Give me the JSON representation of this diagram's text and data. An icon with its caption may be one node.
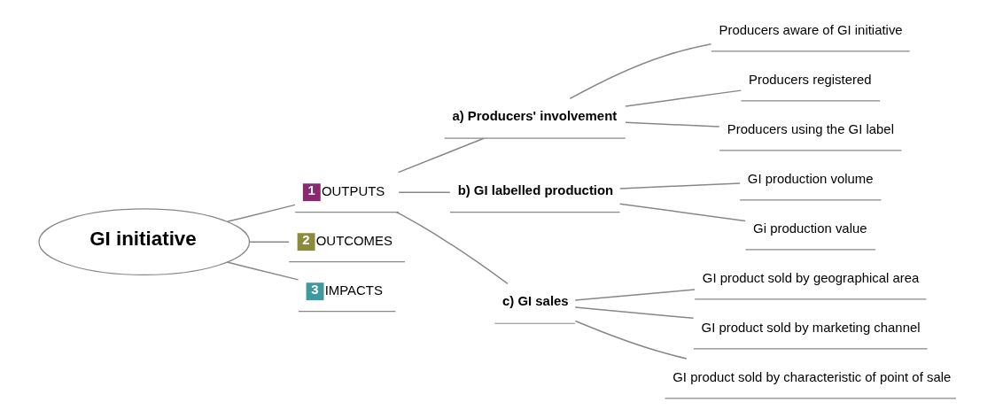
{
  "diagram": {
    "nodes": [
      {
        "text": [
          "GI initiative"
        ]
      },
      {
        "text": [
          "1",
          "OUTPUTS"
        ]
      },
      {
        "text": [
          "a) Producers' involvement"
        ]
      },
      {
        "text": [
          "Producers aware of GI initiative"
        ]
      },
      {
        "text": [
          "Producers registered"
        ]
      },
      {
        "text": [
          "Producers using the GI label"
        ]
      },
      {
        "text": [
          "b) GI labelled production"
        ]
      },
      {
        "text": [
          "GI production volume"
        ]
      },
      {
        "text": [
          "Gi production value"
        ]
      },
      {
        "text": [
          "c) GI sales"
        ]
      },
      {
        "text": [
          "GI product sold by geographical area"
        ]
      },
      {
        "text": [
          "GI product sold by marketing channel"
        ]
      },
      {
        "text": [
          "GI product sold by characteristic of point of sale"
        ]
      },
      {
        "text": [
          "2",
          "OUTCOMES"
        ]
      },
      {
        "text": [
          "3",
          "IMPACTS"
        ]
      }
    ],
    "edges": [
      {
        "from": 0,
        "to": 1,
        "arrow": "none"
      },
      {
        "from": 1,
        "to": 2,
        "arrow": "none"
      },
      {
        "from": 2,
        "to": 3,
        "arrow": "none"
      },
      {
        "from": 2,
        "to": 4,
        "arrow": "none"
      },
      {
        "from": 2,
        "to": 5,
        "arrow": "none"
      },
      {
        "from": 1,
        "to": 6,
        "arrow": "none"
      },
      {
        "from": 6,
        "to": 7,
        "arrow": "none"
      },
      {
        "from": 6,
        "to": 8,
        "arrow": "none"
      },
      {
        "from": 1,
        "to": 9,
        "arrow": "none"
      },
      {
        "from": 9,
        "to": 10,
        "arrow": "none"
      },
      {
        "from": 9,
        "to": 11,
        "arrow": "none"
      },
      {
        "from": 9,
        "to": 12,
        "arrow": "none"
      },
      {
        "from": 0,
        "to": 13,
        "arrow": "none"
      },
      {
        "from": 0,
        "to": 14,
        "arrow": "none"
      }
    ]
  }
}
